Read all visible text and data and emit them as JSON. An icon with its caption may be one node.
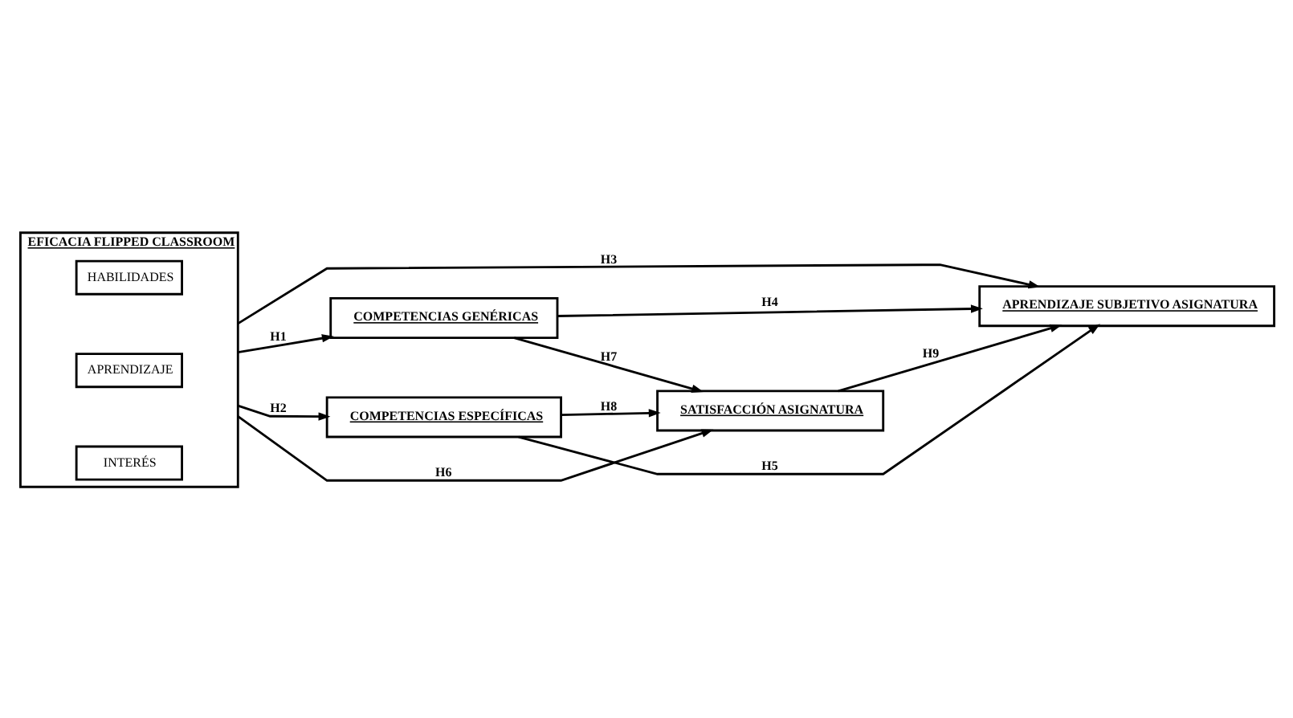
{
  "diagram": {
    "nodes": [
      {
        "text": [
          "EFICACIA FLIPPED CLASSROOM"
        ]
      },
      {
        "text": [
          "HABILIDADES"
        ],
        "in": 0
      },
      {
        "text": [
          "APRENDIZAJE"
        ],
        "in": 0
      },
      {
        "text": [
          "INTERÉS"
        ],
        "in": 0
      },
      {
        "text": [
          "COMPETENCIAS GENÉRICAS"
        ]
      },
      {
        "text": [
          "COMPETENCIAS ESPECÍFICAS"
        ]
      },
      {
        "text": [
          "SATISFACCIÓN ASIGNATURA"
        ]
      },
      {
        "text": [
          "APRENDIZAJE SUBJETIVO ASIGNATURA"
        ]
      }
    ],
    "edges": [
      {
        "from": 0,
        "to": 4,
        "arrow": "to",
        "label": "H1"
      },
      {
        "from": 0,
        "to": 5,
        "arrow": "to",
        "label": "H2"
      },
      {
        "from": 0,
        "to": 7,
        "arrow": "to",
        "label": "H3"
      },
      {
        "from": 4,
        "to": 7,
        "arrow": "to",
        "label": "H4"
      },
      {
        "from": 5,
        "to": 7,
        "arrow": "to",
        "label": "H5"
      },
      {
        "from": 0,
        "to": 6,
        "arrow": "to",
        "label": "H6"
      },
      {
        "from": 4,
        "to": 6,
        "arrow": "to",
        "label": "H7"
      },
      {
        "from": 5,
        "to": 6,
        "arrow": "to",
        "label": "H8"
      },
      {
        "from": 6,
        "to": 7,
        "arrow": "to",
        "label": "H9"
      }
    ]
  }
}
